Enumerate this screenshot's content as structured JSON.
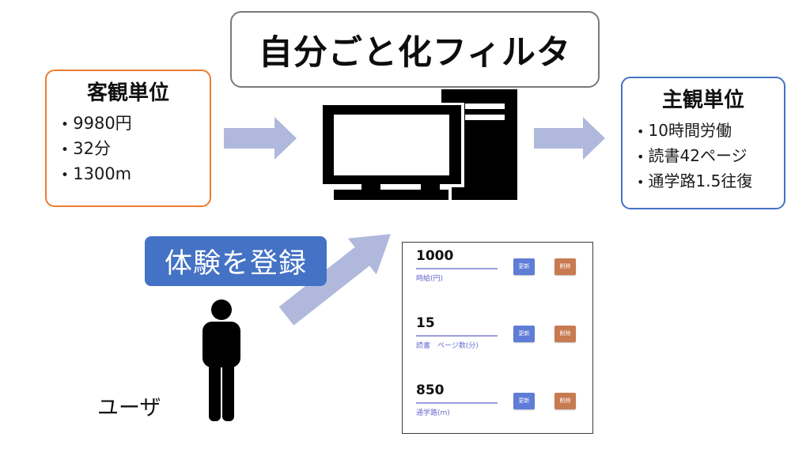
{
  "title": "自分ごと化フィルタ",
  "objective_box": {
    "title": "客観単位",
    "items": [
      "9980円",
      "32分",
      "1300m"
    ]
  },
  "subjective_box": {
    "title": "主観単位",
    "items": [
      "10時間労働",
      "読書42ページ",
      "通学路1.5往復"
    ]
  },
  "register_label": "体験を登録",
  "user_label": "ユーザ",
  "form": {
    "rows": [
      {
        "value": "1000",
        "label": "時給(円)",
        "update": "更新",
        "delete": "削除"
      },
      {
        "value": "15",
        "label": "読書　ページ数(分)",
        "update": "更新",
        "delete": "削除"
      },
      {
        "value": "850",
        "label": "通学路(m)",
        "update": "更新",
        "delete": "削除"
      }
    ]
  },
  "icons": [
    "arrow-right-icon",
    "diagonal-arrow-icon",
    "computer-icon",
    "person-icon"
  ],
  "colors": {
    "objective_border": "#ED7D31",
    "subjective_border": "#4472C4",
    "register_bg": "#4472C4",
    "arrow": "#B0B9DC",
    "update_button": "#5F7DD6",
    "delete_button": "#C87A50",
    "form_accent": "#6A6ACE",
    "form_underline": "#9D9DE2"
  }
}
